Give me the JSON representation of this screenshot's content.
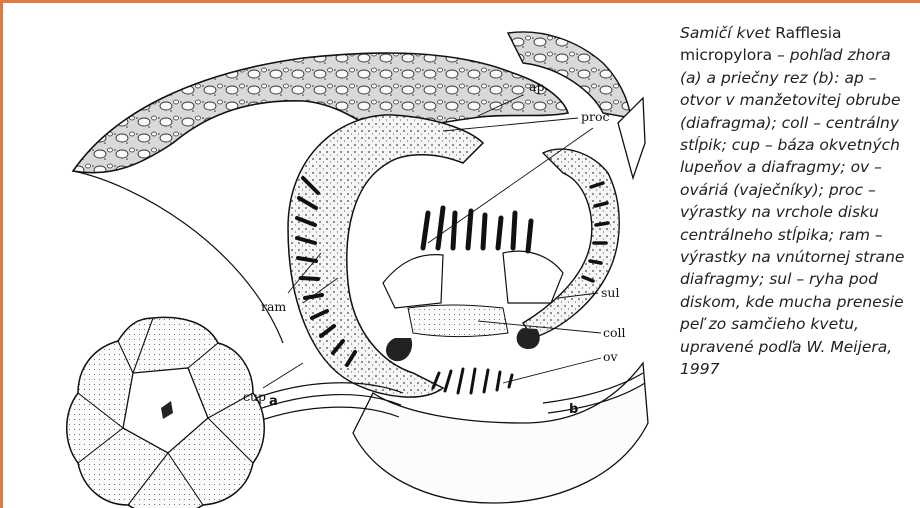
{
  "caption": {
    "part1": "Samičí kvet",
    "part2": " Rafflesia micropylora ",
    "part3": "– pohľad zhora (a) a priečny rez (b): ap – otvor v manžetovitej obrube (diafragma); coll – centrálny stĺpik; cup – báza okvetných lupeňov a diafragmy; ov – ováriá (vaječníky); proc – výrastky na vrchole disku centrálneho stĺpika; ram – výrastky na vnútornej strane diafragmy; sul – ryha pod diskom, kde mucha prenesie peľ zo samčieho kvetu, upravené podľa W. Meijera, 1997"
  },
  "figure": {
    "labels": {
      "ap": "ap",
      "proc": "proc",
      "sul": "sul",
      "coll": "coll",
      "ov": "ov",
      "ram": "ram",
      "cup": "cup",
      "a": "a",
      "b": "b"
    }
  },
  "colors": {
    "frame": "#e07a3f",
    "ink": "#111111"
  }
}
